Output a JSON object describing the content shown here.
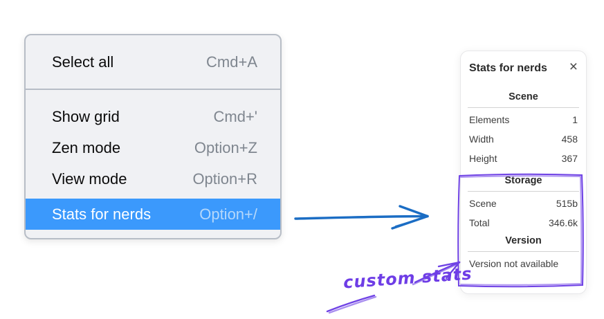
{
  "context_menu": {
    "items": [
      {
        "label": "Select all",
        "shortcut": "Cmd+A"
      },
      {
        "label": "Show grid",
        "shortcut": "Cmd+'"
      },
      {
        "label": "Zen mode",
        "shortcut": "Option+Z"
      },
      {
        "label": "View mode",
        "shortcut": "Option+R"
      },
      {
        "label": "Stats for nerds",
        "shortcut": "Option+/"
      }
    ],
    "selected_item": "Stats for nerds"
  },
  "stats_panel": {
    "title": "Stats for nerds",
    "close_icon": "×",
    "scene_section": {
      "heading": "Scene",
      "rows": [
        {
          "label": "Elements",
          "value": "1"
        },
        {
          "label": "Width",
          "value": "458"
        },
        {
          "label": "Height",
          "value": "367"
        }
      ]
    },
    "storage_section": {
      "heading": "Storage",
      "rows": [
        {
          "label": "Scene",
          "value": "515b"
        },
        {
          "label": "Total",
          "value": "346.6k"
        }
      ]
    },
    "version_section": {
      "heading": "Version",
      "note": "Version not available"
    }
  },
  "annotation": {
    "label": "custom stats"
  },
  "colors": {
    "menu_highlight": "#3b99fc",
    "arrow_blue": "#1b6dc4",
    "annotation_purple": "#6e3de6"
  }
}
